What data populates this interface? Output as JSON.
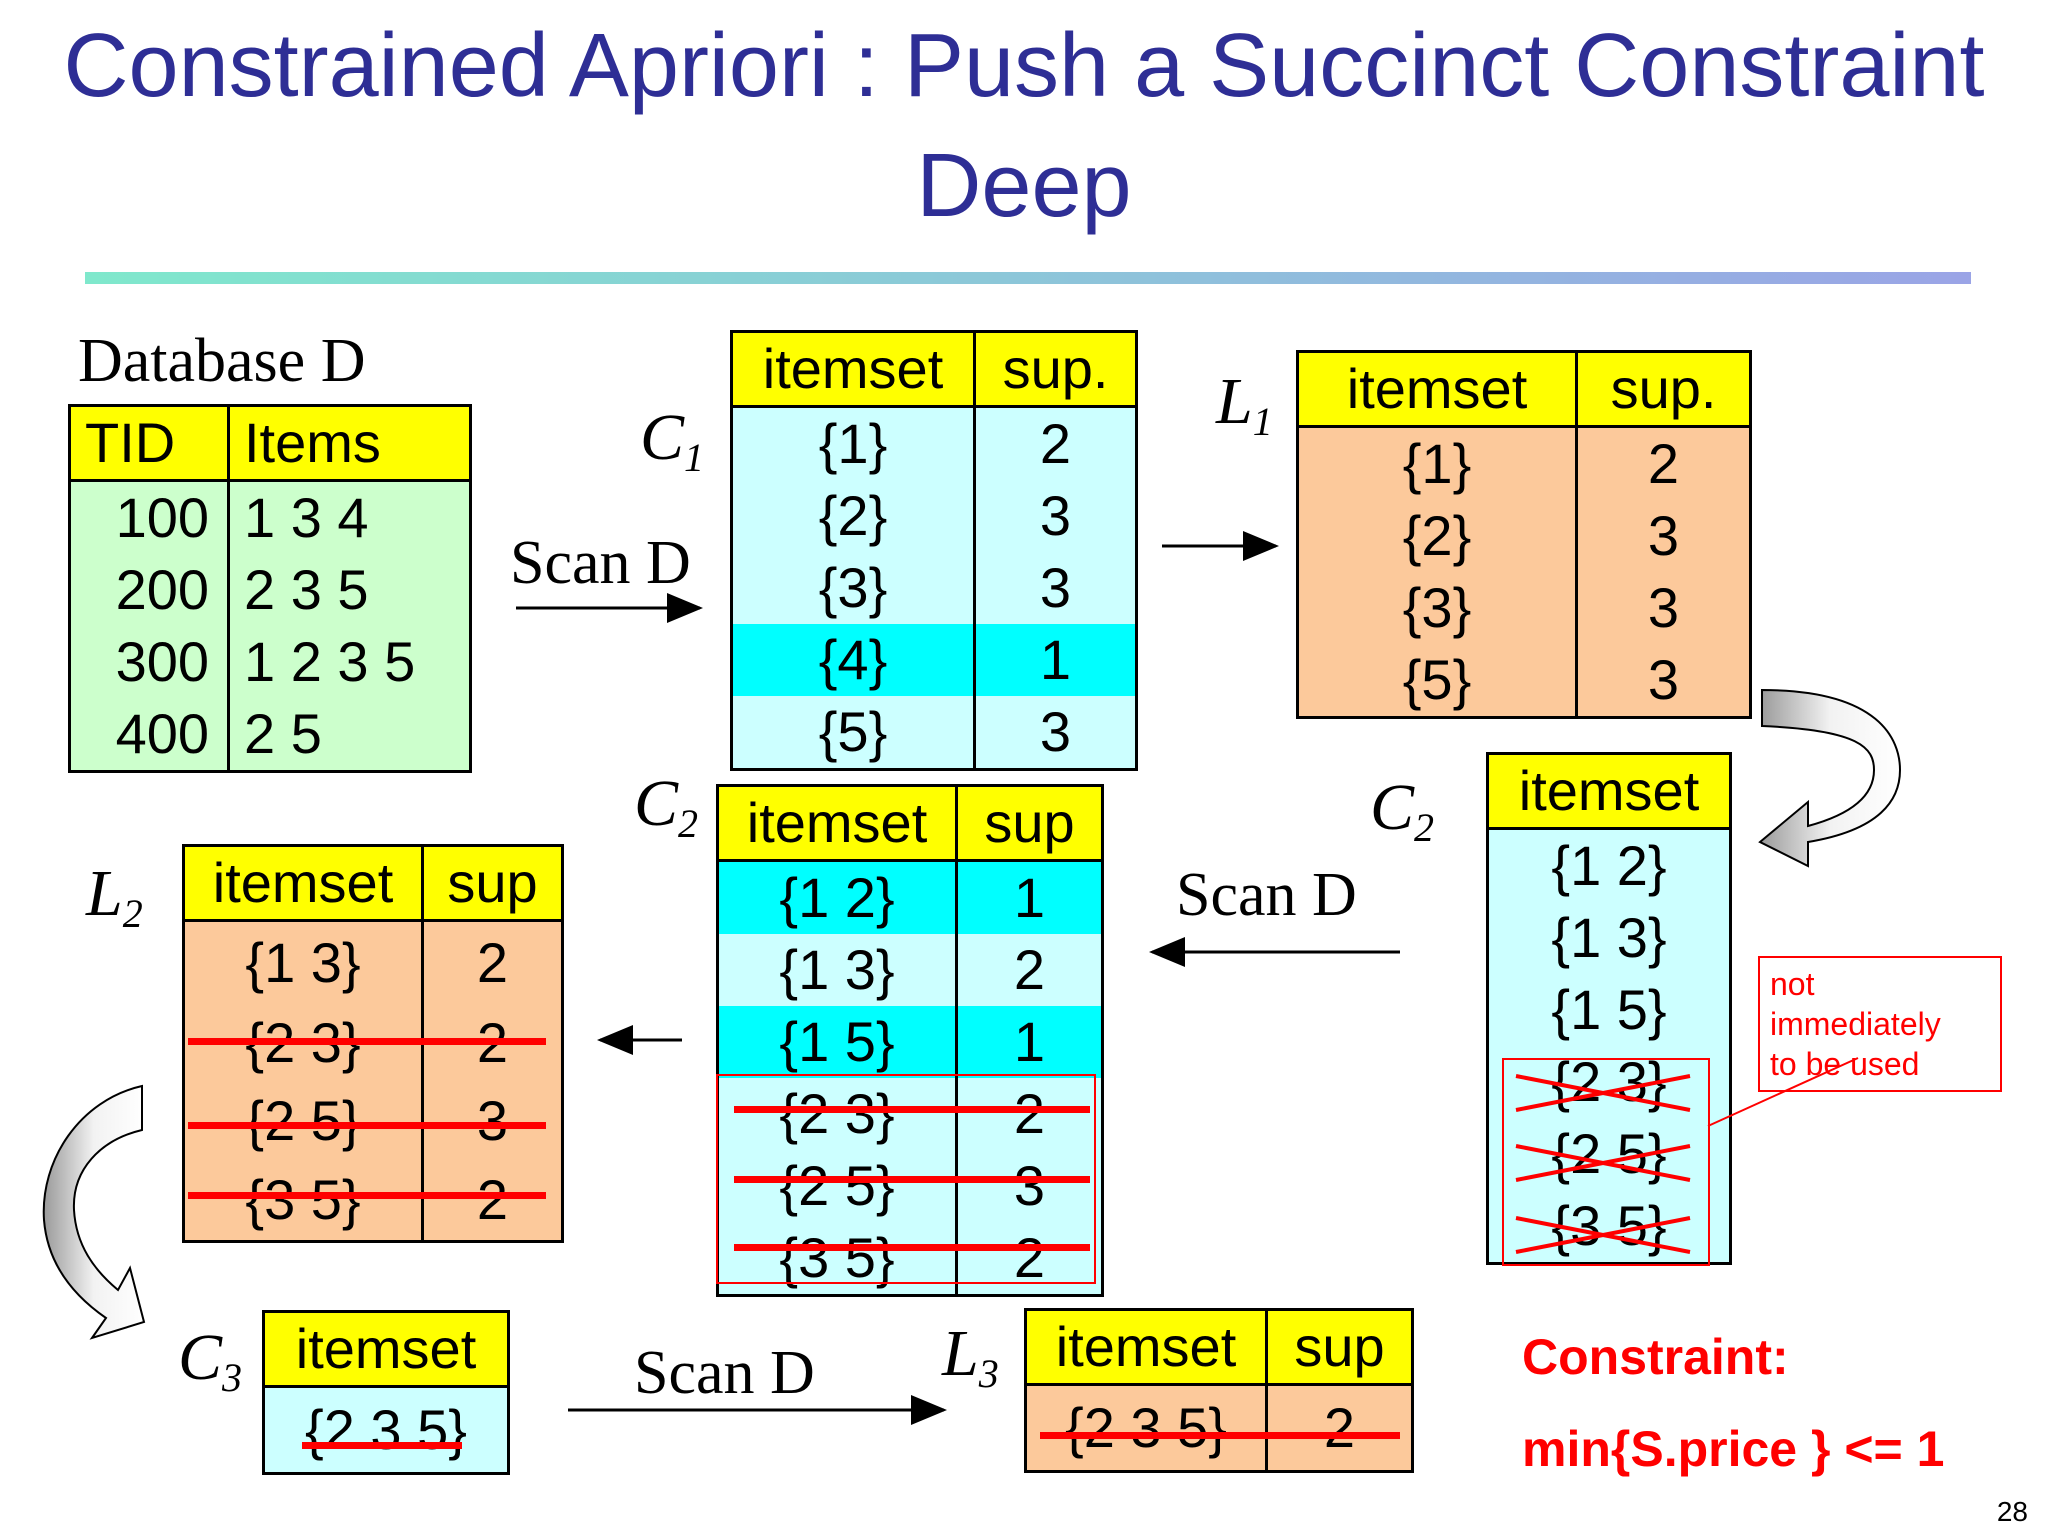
{
  "title": {
    "line1": "Constrained Apriori : Push a Succinct Constraint",
    "line2": "Deep"
  },
  "database": {
    "caption": "Database D",
    "headers": [
      "TID",
      "Items"
    ],
    "rows": [
      {
        "tid": "100",
        "items": "1 3 4"
      },
      {
        "tid": "200",
        "items": "2 3 5"
      },
      {
        "tid": "300",
        "items": "1 2 3 5"
      },
      {
        "tid": "400",
        "items": "2 5"
      }
    ]
  },
  "labels": {
    "c1_main": "C",
    "c1_sub": "1",
    "l1_main": "L",
    "l1_sub": "1",
    "c2_main": "C",
    "c2_sub": "2",
    "l2_main": "L",
    "l2_sub": "2",
    "c3_main": "C",
    "c3_sub": "3",
    "l3_main": "L",
    "l3_sub": "3"
  },
  "scan_label": "Scan D",
  "c1": {
    "headers": [
      "itemset",
      "sup."
    ],
    "rows": [
      {
        "itemset": "{1}",
        "sup": "2"
      },
      {
        "itemset": "{2}",
        "sup": "3"
      },
      {
        "itemset": "{3}",
        "sup": "3"
      },
      {
        "itemset": "{4}",
        "sup": "1"
      },
      {
        "itemset": "{5}",
        "sup": "3"
      }
    ]
  },
  "l1": {
    "headers": [
      "itemset",
      "sup."
    ],
    "rows": [
      {
        "itemset": "{1}",
        "sup": "2"
      },
      {
        "itemset": "{2}",
        "sup": "3"
      },
      {
        "itemset": "{3}",
        "sup": "3"
      },
      {
        "itemset": "{5}",
        "sup": "3"
      }
    ]
  },
  "c2_candidates": {
    "header": "itemset",
    "rows": [
      "{1 2}",
      "{1 3}",
      "{1 5}",
      "{2 3}",
      "{2 5}",
      "{3 5}"
    ]
  },
  "c2_counted": {
    "headers": [
      "itemset",
      "sup"
    ],
    "rows": [
      {
        "itemset": "{1 2}",
        "sup": "1"
      },
      {
        "itemset": "{1 3}",
        "sup": "2"
      },
      {
        "itemset": "{1 5}",
        "sup": "1"
      },
      {
        "itemset": "{2 3}",
        "sup": "2"
      },
      {
        "itemset": "{2 5}",
        "sup": "3"
      },
      {
        "itemset": "{3 5}",
        "sup": "2"
      }
    ]
  },
  "l2": {
    "headers": [
      "itemset",
      "sup"
    ],
    "rows": [
      {
        "itemset": "{1 3}",
        "sup": "2"
      },
      {
        "itemset": "{2 3}",
        "sup": "2"
      },
      {
        "itemset": "{2 5}",
        "sup": "3"
      },
      {
        "itemset": "{3 5}",
        "sup": "2"
      }
    ]
  },
  "c3": {
    "header": "itemset",
    "rows": [
      "{2 3 5}"
    ]
  },
  "l3": {
    "headers": [
      "itemset",
      "sup"
    ],
    "rows": [
      {
        "itemset": "{2 3 5}",
        "sup": "2"
      }
    ]
  },
  "note": {
    "line1": "not immediately",
    "line2": "to be used"
  },
  "constraint": {
    "line1": "Constraint:",
    "line2": "min{S.price } <= 1"
  },
  "page_number": "28",
  "colors": {
    "title": "#2e2e95",
    "header_fill": "#ffff00",
    "db_fill": "#ccffcc",
    "candidate_fill": "#ccffff",
    "highlight_fill": "#00ffff",
    "frequent_fill": "#fcc99b",
    "strike": "#ff0000"
  }
}
